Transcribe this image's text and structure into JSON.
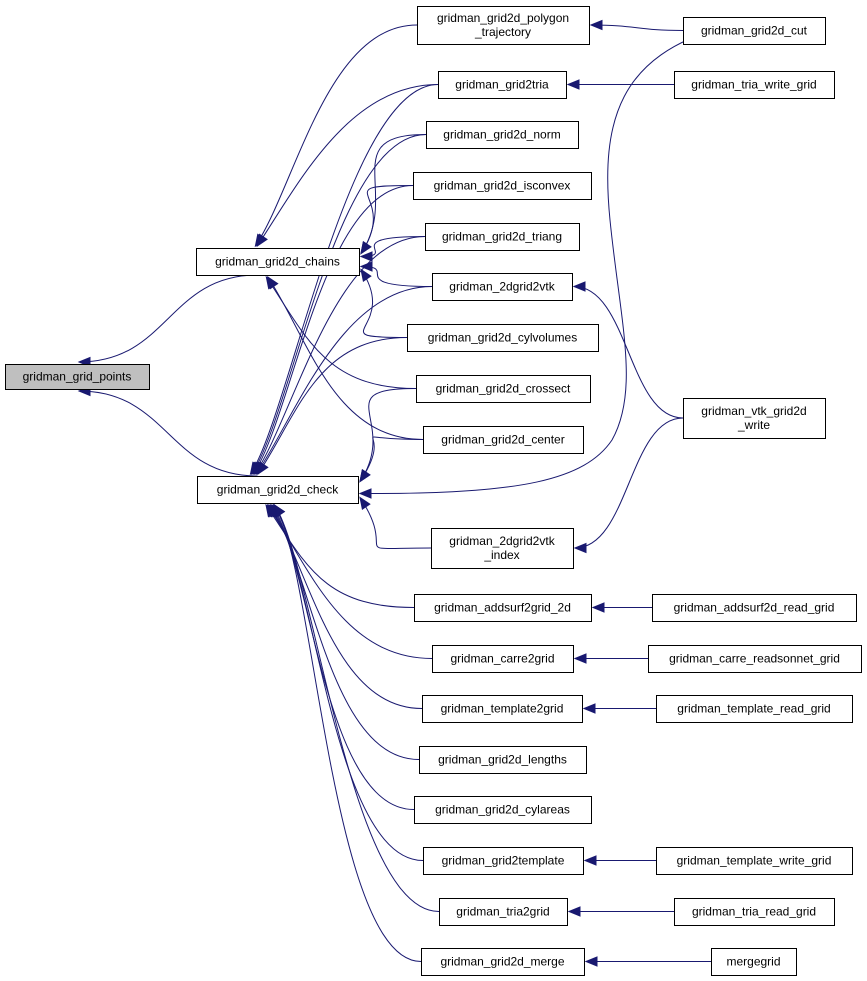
{
  "colors": {
    "edge": "#191970",
    "node_fill": "#ffffff",
    "root_fill": "#bfbfbf",
    "border": "#000000"
  },
  "nodes": [
    {
      "id": "points",
      "lines": [
        "gridman_grid_points"
      ],
      "root": true
    },
    {
      "id": "chains",
      "lines": [
        "gridman_grid2d_chains"
      ]
    },
    {
      "id": "check",
      "lines": [
        "gridman_grid2d_check"
      ]
    },
    {
      "id": "polytraj",
      "lines": [
        "gridman_grid2d_polygon",
        "_trajectory"
      ]
    },
    {
      "id": "grid2tria",
      "lines": [
        "gridman_grid2tria"
      ]
    },
    {
      "id": "norm",
      "lines": [
        "gridman_grid2d_norm"
      ]
    },
    {
      "id": "isconvex",
      "lines": [
        "gridman_grid2d_isconvex"
      ]
    },
    {
      "id": "triang",
      "lines": [
        "gridman_grid2d_triang"
      ]
    },
    {
      "id": "vtk",
      "lines": [
        "gridman_2dgrid2vtk"
      ]
    },
    {
      "id": "cylvol",
      "lines": [
        "gridman_grid2d_cylvolumes"
      ]
    },
    {
      "id": "crossect",
      "lines": [
        "gridman_grid2d_crossect"
      ]
    },
    {
      "id": "center",
      "lines": [
        "gridman_grid2d_center"
      ]
    },
    {
      "id": "vtkindex",
      "lines": [
        "gridman_2dgrid2vtk",
        "_index"
      ]
    },
    {
      "id": "addsurf",
      "lines": [
        "gridman_addsurf2grid_2d"
      ]
    },
    {
      "id": "carre",
      "lines": [
        "gridman_carre2grid"
      ]
    },
    {
      "id": "template",
      "lines": [
        "gridman_template2grid"
      ]
    },
    {
      "id": "lengths",
      "lines": [
        "gridman_grid2d_lengths"
      ]
    },
    {
      "id": "cylareas",
      "lines": [
        "gridman_grid2d_cylareas"
      ]
    },
    {
      "id": "g2template",
      "lines": [
        "gridman_grid2template"
      ]
    },
    {
      "id": "tria2grid",
      "lines": [
        "gridman_tria2grid"
      ]
    },
    {
      "id": "merge",
      "lines": [
        "gridman_grid2d_merge"
      ]
    },
    {
      "id": "cut",
      "lines": [
        "gridman_grid2d_cut"
      ]
    },
    {
      "id": "triawrite",
      "lines": [
        "gridman_tria_write_grid"
      ]
    },
    {
      "id": "vtkwrite",
      "lines": [
        "gridman_vtk_grid2d",
        "_write"
      ]
    },
    {
      "id": "addsurfread",
      "lines": [
        "gridman_addsurf2d_read_grid"
      ]
    },
    {
      "id": "carreread",
      "lines": [
        "gridman_carre_readsonnet_grid"
      ]
    },
    {
      "id": "templateread",
      "lines": [
        "gridman_template_read_grid"
      ]
    },
    {
      "id": "templatewrite",
      "lines": [
        "gridman_template_write_grid"
      ]
    },
    {
      "id": "triaread",
      "lines": [
        "gridman_tria_read_grid"
      ]
    },
    {
      "id": "mergegrid",
      "lines": [
        "mergegrid"
      ]
    }
  ],
  "edges": [
    {
      "from": "chains",
      "to": "points"
    },
    {
      "from": "check",
      "to": "points"
    },
    {
      "from": "polytraj",
      "to": "chains"
    },
    {
      "from": "grid2tria",
      "to": "chains"
    },
    {
      "from": "norm",
      "to": "chains"
    },
    {
      "from": "isconvex",
      "to": "chains"
    },
    {
      "from": "triang",
      "to": "chains"
    },
    {
      "from": "vtk",
      "to": "chains"
    },
    {
      "from": "cylvol",
      "to": "chains"
    },
    {
      "from": "crossect",
      "to": "chains"
    },
    {
      "from": "center",
      "to": "chains"
    },
    {
      "from": "grid2tria",
      "to": "check"
    },
    {
      "from": "norm",
      "to": "check"
    },
    {
      "from": "isconvex",
      "to": "check"
    },
    {
      "from": "triang",
      "to": "check"
    },
    {
      "from": "vtk",
      "to": "check"
    },
    {
      "from": "cylvol",
      "to": "check"
    },
    {
      "from": "crossect",
      "to": "check"
    },
    {
      "from": "center",
      "to": "check"
    },
    {
      "from": "vtkindex",
      "to": "check"
    },
    {
      "from": "addsurf",
      "to": "check"
    },
    {
      "from": "carre",
      "to": "check"
    },
    {
      "from": "template",
      "to": "check"
    },
    {
      "from": "lengths",
      "to": "check"
    },
    {
      "from": "cylareas",
      "to": "check"
    },
    {
      "from": "g2template",
      "to": "check"
    },
    {
      "from": "tria2grid",
      "to": "check"
    },
    {
      "from": "merge",
      "to": "check"
    },
    {
      "from": "cut",
      "to": "check"
    },
    {
      "from": "cut",
      "to": "polytraj"
    },
    {
      "from": "triawrite",
      "to": "grid2tria"
    },
    {
      "from": "vtkwrite",
      "to": "vtk"
    },
    {
      "from": "vtkwrite",
      "to": "vtkindex"
    },
    {
      "from": "addsurfread",
      "to": "addsurf"
    },
    {
      "from": "carreread",
      "to": "carre"
    },
    {
      "from": "templateread",
      "to": "template"
    },
    {
      "from": "templatewrite",
      "to": "g2template"
    },
    {
      "from": "triaread",
      "to": "tria2grid"
    },
    {
      "from": "mergegrid",
      "to": "merge"
    }
  ]
}
